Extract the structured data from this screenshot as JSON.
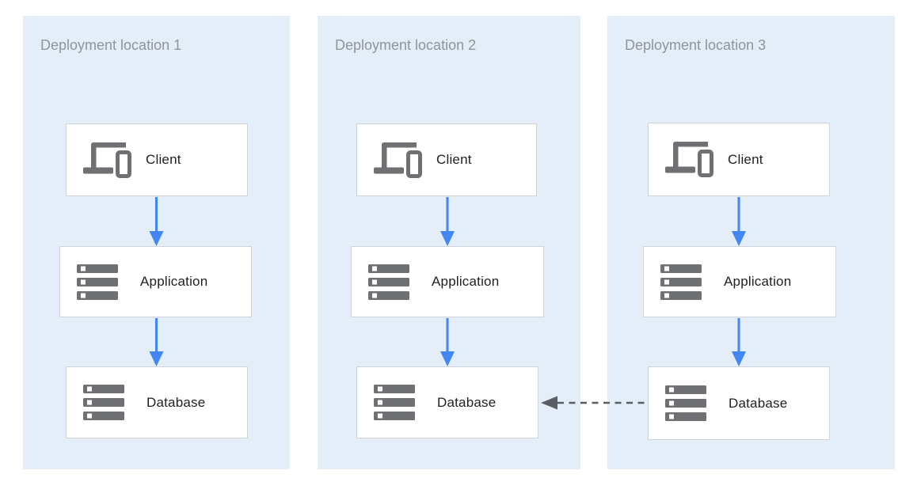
{
  "diagram": {
    "panels": [
      {
        "title": "Deployment location 1",
        "nodes": [
          {
            "label": "Client",
            "icon": "devices-icon"
          },
          {
            "label": "Application",
            "icon": "server-stack-icon"
          },
          {
            "label": "Database",
            "icon": "server-stack-icon"
          }
        ]
      },
      {
        "title": "Deployment location 2",
        "nodes": [
          {
            "label": "Client",
            "icon": "devices-icon"
          },
          {
            "label": "Application",
            "icon": "server-stack-icon"
          },
          {
            "label": "Database",
            "icon": "server-stack-icon"
          }
        ]
      },
      {
        "title": "Deployment location 3",
        "nodes": [
          {
            "label": "Client",
            "icon": "devices-icon"
          },
          {
            "label": "Application",
            "icon": "server-stack-icon"
          },
          {
            "label": "Database",
            "icon": "server-stack-icon"
          }
        ]
      }
    ],
    "connections": [
      {
        "from": "client-1",
        "to": "application-1",
        "style": "solid-blue"
      },
      {
        "from": "application-1",
        "to": "database-1",
        "style": "solid-blue"
      },
      {
        "from": "client-2",
        "to": "application-2",
        "style": "solid-blue"
      },
      {
        "from": "application-2",
        "to": "database-2",
        "style": "solid-blue"
      },
      {
        "from": "client-3",
        "to": "application-3",
        "style": "solid-blue"
      },
      {
        "from": "application-3",
        "to": "database-3",
        "style": "solid-blue"
      },
      {
        "from": "database-3",
        "to": "database-2",
        "style": "dashed-gray"
      }
    ],
    "colors": {
      "panel_background": "#e4eef9",
      "node_background": "#ffffff",
      "node_border": "#d0d3d7",
      "title_gray": "#8f959b",
      "label_dark": "#202124",
      "icon_gray": "#6e7073",
      "arrow_blue": "#4285f4",
      "arrow_dashed_gray": "#5a5e62"
    }
  }
}
